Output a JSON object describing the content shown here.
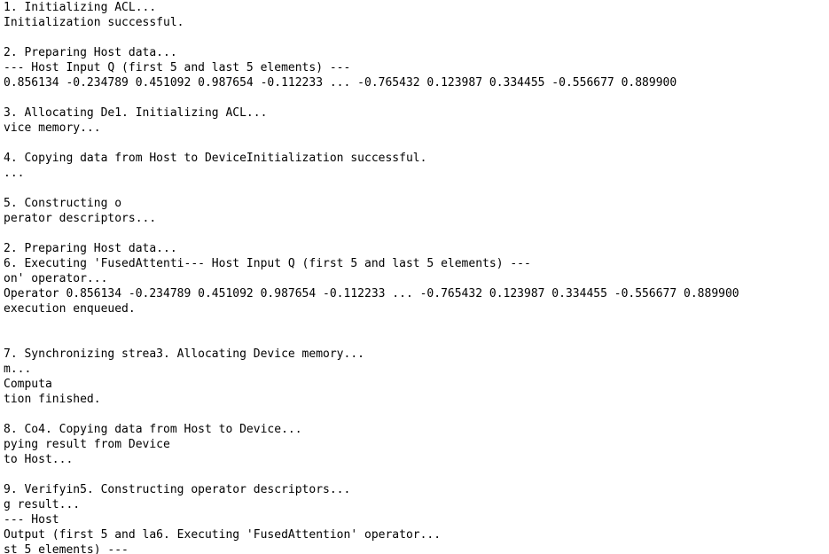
{
  "console": {
    "lines": [
      "1. Initializing ACL...",
      "Initialization successful.",
      "",
      "2. Preparing Host data...",
      "--- Host Input Q (first 5 and last 5 elements) ---",
      "0.856134 -0.234789 0.451092 0.987654 -0.112233 ... -0.765432 0.123987 0.334455 -0.556677 0.889900",
      "",
      "3. Allocating De1. Initializing ACL...",
      "vice memory...",
      "",
      "4. Copying data from Host to DeviceInitialization successful.",
      "...",
      "",
      "5. Constructing o",
      "perator descriptors...",
      "",
      "2. Preparing Host data...",
      "6. Executing 'FusedAttenti--- Host Input Q (first 5 and last 5 elements) ---",
      "on' operator...",
      "Operator 0.856134 -0.234789 0.451092 0.987654 -0.112233 ... -0.765432 0.123987 0.334455 -0.556677 0.889900",
      "execution enqueued.",
      "",
      "",
      "7. Synchronizing strea3. Allocating Device memory...",
      "m...",
      "Computa",
      "tion finished.",
      "",
      "8. Co4. Copying data from Host to Device...",
      "pying result from Device",
      "to Host...",
      "",
      "9. Verifyin5. Constructing operator descriptors...",
      "g result...",
      "--- Host",
      "Output (first 5 and la6. Executing 'FusedAttention' operator...",
      "st 5 elements) ---"
    ]
  }
}
